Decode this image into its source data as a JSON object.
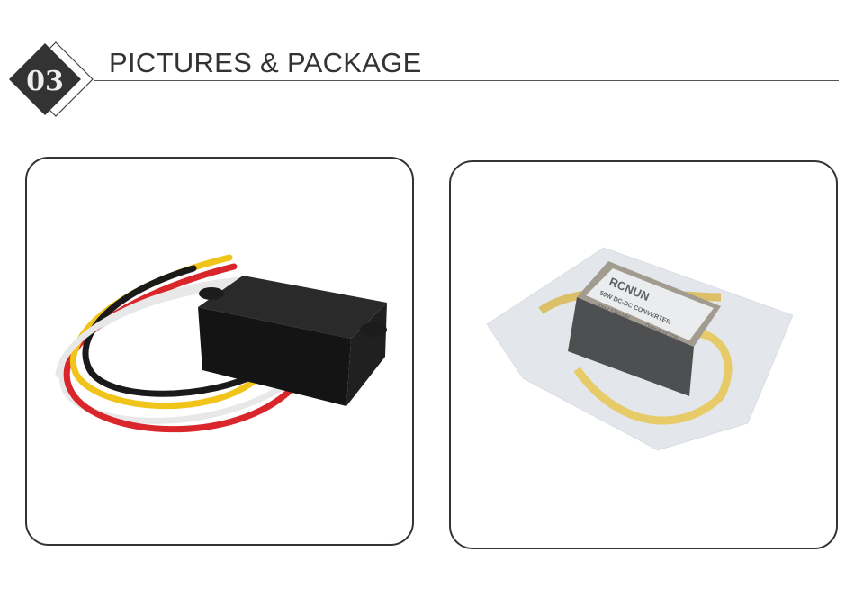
{
  "header": {
    "section_number": "03",
    "title": "PICTURES & PACKAGE"
  },
  "photos": [
    {
      "subject": "converter-unit"
    },
    {
      "subject": "converter-in-package",
      "label": {
        "brand": "RCNUN",
        "model": "50W DC-DC CONVERTER",
        "input": "Input 12V/24V",
        "output": "Output 5V 10A"
      }
    }
  ]
}
